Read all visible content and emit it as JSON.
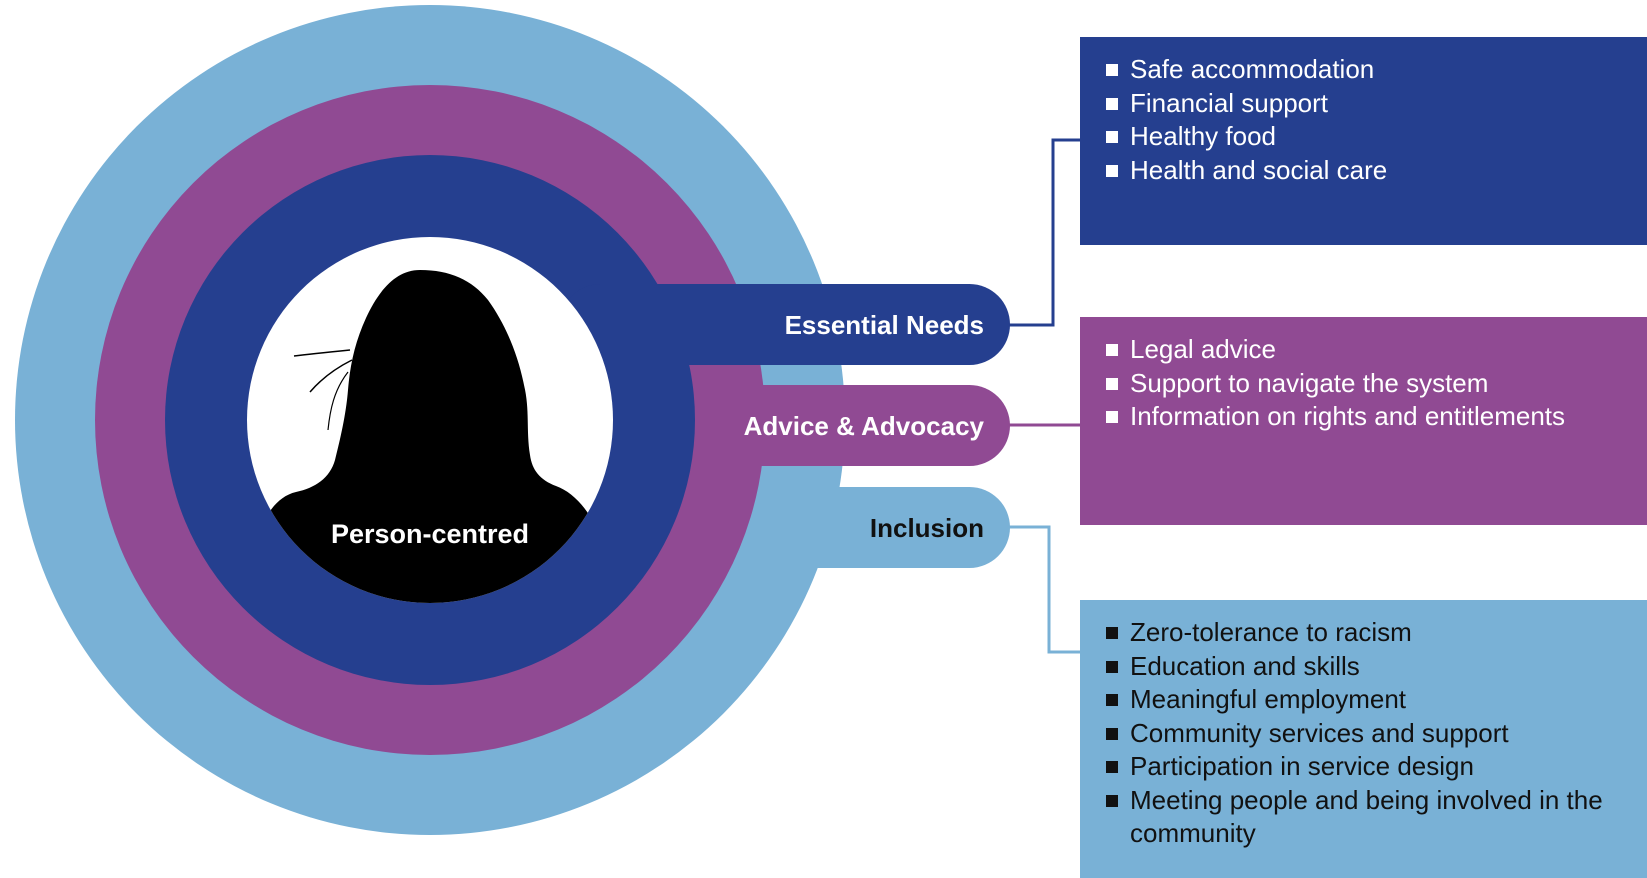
{
  "colors": {
    "essential": "#253f8f",
    "advice": "#904a93",
    "inclusion": "#79b1d6",
    "silhouette": "#000000",
    "center": "#ffffff"
  },
  "center": {
    "label": "Person-centred",
    "icon": "person-silhouette-icon"
  },
  "layers": [
    {
      "id": "essential",
      "label": "Essential Needs",
      "items": [
        "Safe accommodation",
        "Financial support",
        "Healthy food",
        "Health and social care"
      ]
    },
    {
      "id": "advice",
      "label": "Advice & Advocacy",
      "items": [
        "Legal advice",
        "Support to navigate the system",
        "Information on rights and entitlements"
      ]
    },
    {
      "id": "inclusion",
      "label": "Inclusion",
      "items": [
        "Zero-tolerance to racism",
        "Education and skills",
        "Meaningful employment",
        "Community services and support",
        "Participation in service design",
        "Meeting people and being involved in the community"
      ]
    }
  ]
}
